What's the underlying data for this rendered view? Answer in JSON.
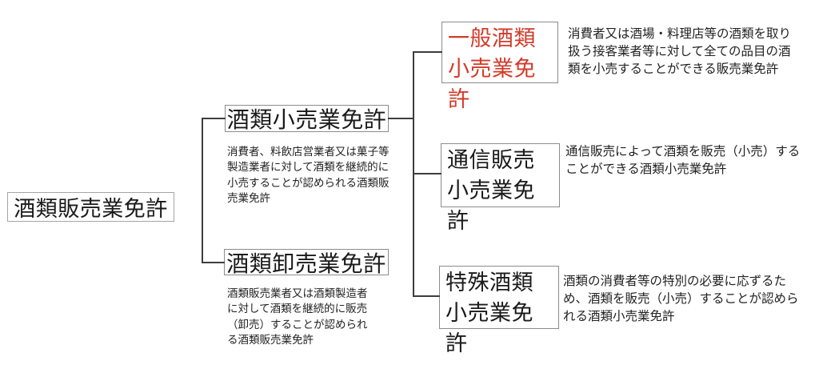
{
  "diagram": {
    "title_hint": "酒類販売業免許の体系図",
    "colors": {
      "accent_red": "#d23b2a",
      "text": "#1a1a1a",
      "line": "#3d3d3d",
      "box_border": "#8c8c8c",
      "background": "#ffffff"
    },
    "root": {
      "label": "酒類販売業免許"
    },
    "branches": [
      {
        "label": "酒類小売業免許",
        "description_lines": [
          "消費者、料飲店営業者又は菓子等",
          "製造業者に対して酒類を継続的に",
          "小売することが認められる酒類販",
          "売業免許"
        ]
      },
      {
        "label": "酒類卸売業免許",
        "description_lines": [
          "酒類販売業者又は酒類製造者",
          "に対して酒類を継続的に販売",
          "（卸売）することが認められ",
          "る酒類販売業免許"
        ]
      }
    ],
    "leaves": [
      {
        "label_lines": [
          "一般酒類",
          "小売業免許"
        ],
        "text_color": "#d23b2a",
        "description_lines": [
          "消費者又は酒場・料理店等の酒類を取り",
          "扱う接客業者等に対して全ての品目の酒",
          "類を小売することができる販売業免許"
        ]
      },
      {
        "label_lines": [
          "通信販売",
          "小売業免許"
        ],
        "text_color": "#1a1a1a",
        "description_lines": [
          "通信販売によって酒類を販売（小売）する",
          "ことができる酒類小売業免許"
        ]
      },
      {
        "label_lines": [
          "特殊酒類",
          "小売業免許"
        ],
        "text_color": "#1a1a1a",
        "description_lines": [
          "酒類の消費者等の特別の必要に応ずるた",
          "め、酒類を販売（小売）することが認めら",
          "れる酒類小売業免許"
        ]
      }
    ]
  }
}
